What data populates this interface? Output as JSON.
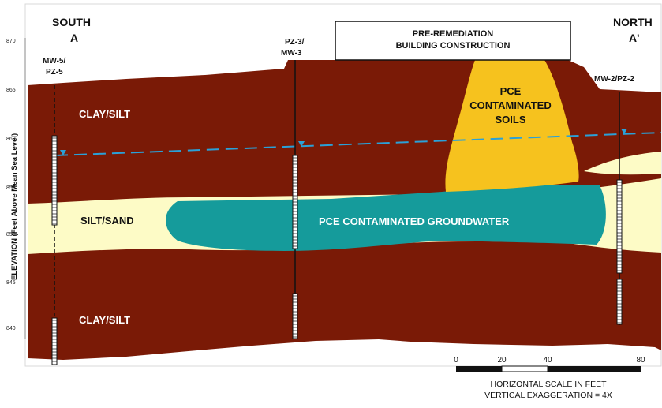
{
  "header": {
    "south": "SOUTH",
    "south_sub": "A",
    "north": "NORTH",
    "north_sub": "A'",
    "building_line1": "PRE-REMEDIATION",
    "building_line2": "BUILDING CONSTRUCTION"
  },
  "axis": {
    "label": "ELEVATION (Feet Above Mean Sea Level)",
    "ticks": [
      "870",
      "865",
      "860",
      "855",
      "850",
      "845",
      "840"
    ]
  },
  "units": {
    "clay_upper": "CLAY/SILT",
    "clay_lower": "CLAY/SILT",
    "silt_sand": "SILT/SAND",
    "pce_soil_1": "PCE",
    "pce_soil_2": "CONTAMINATED",
    "pce_soil_3": "SOILS",
    "pce_groundwater": "PCE CONTAMINATED GROUNDWATER"
  },
  "wells": {
    "mw5_line1": "MW-5/",
    "mw5_line2": "PZ-5",
    "pz3_line1": "PZ-3/",
    "pz3_line2": "MW-3",
    "mw2": "MW-2/PZ-2"
  },
  "scale": {
    "labels": [
      "0",
      "20",
      "40",
      "80"
    ],
    "caption1": "HORIZONTAL SCALE IN FEET",
    "caption2": "VERTICAL EXAGGERATION = 4X"
  },
  "colors": {
    "clay": "#7a1a06",
    "silt_sand": "#fdfbc6",
    "pce_soil": "#f6c21e",
    "groundwater": "#159b9b",
    "water_table": "#2aa1d8"
  }
}
